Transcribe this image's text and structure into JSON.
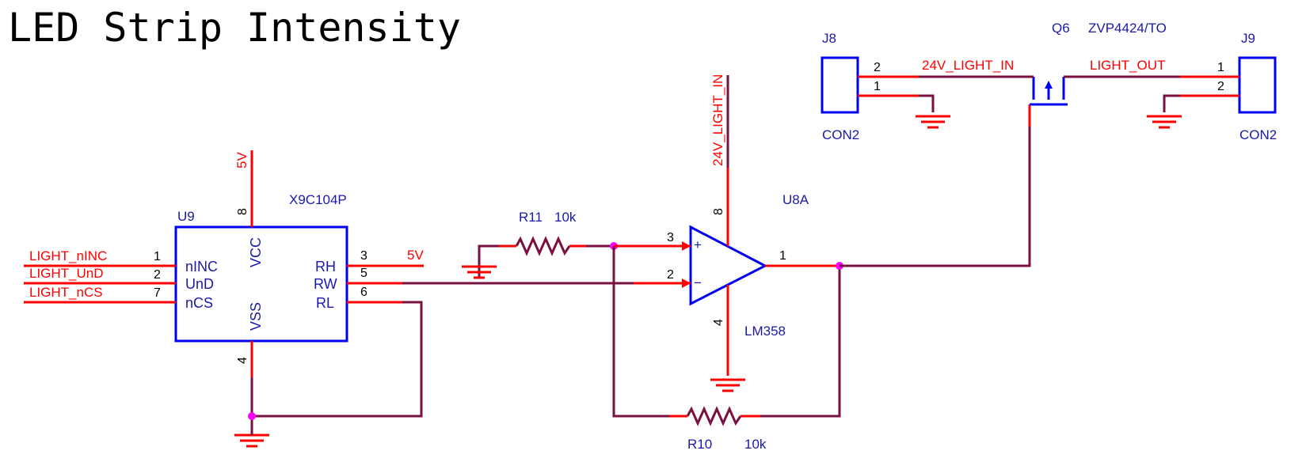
{
  "title": "LED Strip Intensity",
  "colors": {
    "wire": "#7a1040",
    "pin": "#ff0000",
    "body": "#0000ee",
    "text": "#1a1aa8",
    "junction": "#ff00ff"
  },
  "u9": {
    "ref": "U9",
    "value": "X9C104P",
    "pins": [
      {
        "num": "1",
        "name": "nINC",
        "net": "LIGHT_nINC"
      },
      {
        "num": "2",
        "name": "UnD",
        "net": "LIGHT_UnD"
      },
      {
        "num": "7",
        "name": "nCS",
        "net": "LIGHT_nCS"
      },
      {
        "num": "3",
        "name": "RH"
      },
      {
        "num": "5",
        "name": "RW"
      },
      {
        "num": "6",
        "name": "RL"
      },
      {
        "num": "8",
        "name": "VCC"
      },
      {
        "num": "4",
        "name": "VSS"
      }
    ],
    "vcc_net": "5V",
    "rh_net": "5V"
  },
  "r11": {
    "ref": "R11",
    "value": "10k"
  },
  "r10": {
    "ref": "R10",
    "value": "10k"
  },
  "u8a": {
    "ref": "U8A",
    "value": "LM358",
    "pin_noninv": "3",
    "pin_inv": "2",
    "pin_out": "1",
    "pin_vcc": "8",
    "pin_gnd": "4",
    "plus": "+",
    "minus": "−",
    "supply_net": "24V_LIGHT_IN"
  },
  "q6": {
    "ref": "Q6",
    "value": "ZVP4424/TO"
  },
  "j8": {
    "ref": "J8",
    "value": "CON2",
    "pin_top": "2",
    "pin_bottom": "1",
    "net": "24V_LIGHT_IN"
  },
  "j9": {
    "ref": "J9",
    "value": "CON2",
    "pin_top": "1",
    "pin_bottom": "2",
    "net": "LIGHT_OUT"
  }
}
